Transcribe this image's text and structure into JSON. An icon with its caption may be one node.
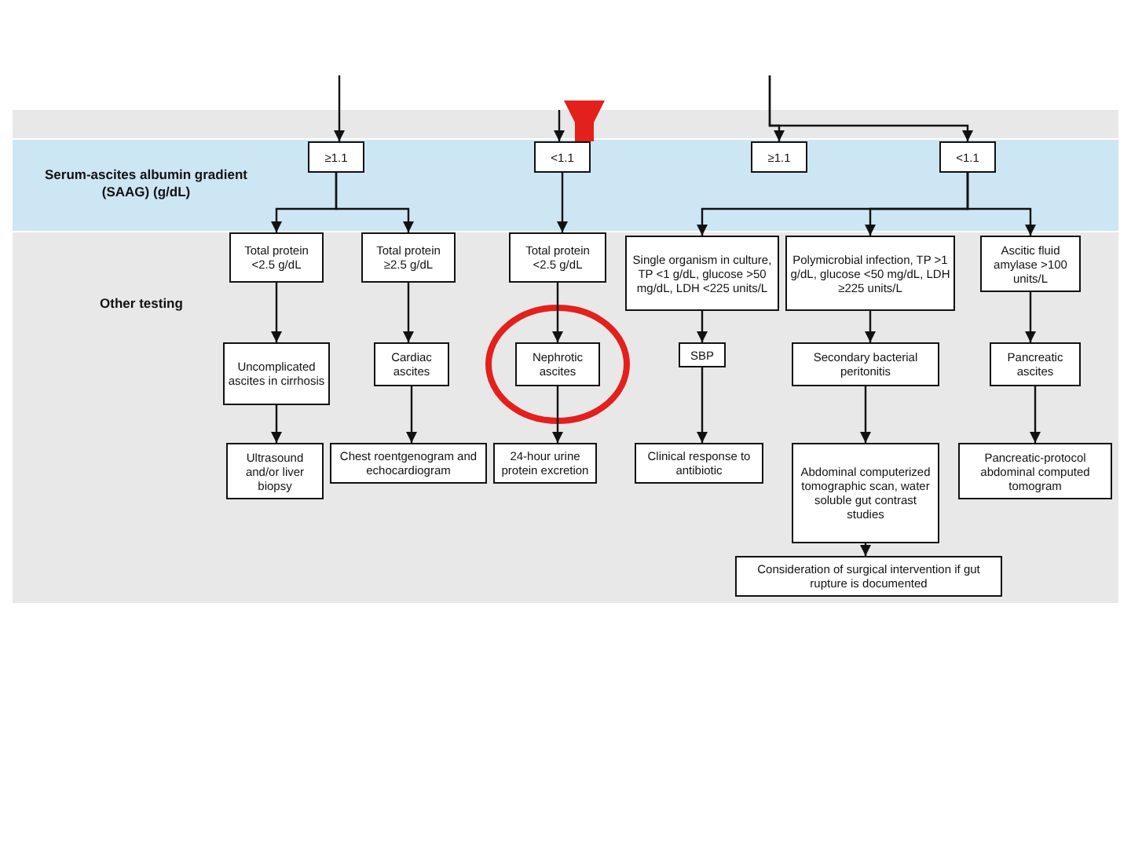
{
  "diagram": {
    "nodes": [
      {
        "text": [
          "≥1.1"
        ]
      },
      {
        "text": [
          "<1.1"
        ]
      },
      {
        "text": [
          "≥1.1"
        ]
      },
      {
        "text": [
          "<1.1"
        ]
      },
      {
        "text": [
          "Total protein <2.5 g/dL"
        ]
      },
      {
        "text": [
          "Total protein ≥2.5 g/dL"
        ]
      },
      {
        "text": [
          "Total protein <2.5 g/dL"
        ]
      },
      {
        "text": [
          "Single organism in culture, TP <1 g/dL, glucose >50 mg/dL, LDH <225 units/L"
        ]
      },
      {
        "text": [
          "Polymicrobial infection, TP >1 g/dL, glucose <50 mg/dL, LDH ≥225 units/L"
        ]
      },
      {
        "text": [
          "Ascitic fluid amylase >100 units/L"
        ]
      },
      {
        "text": [
          "Uncomplicated ascites in cirrhosis"
        ]
      },
      {
        "text": [
          "Cardiac ascites"
        ]
      },
      {
        "text": [
          "Nephrotic ascites"
        ]
      },
      {
        "text": [
          "SBP"
        ]
      },
      {
        "text": [
          "Secondary bacterial peritonitis"
        ]
      },
      {
        "text": [
          "Pancreatic ascites"
        ]
      },
      {
        "text": [
          "Ultrasound and/or liver biopsy"
        ]
      },
      {
        "text": [
          "Chest roentgenogram and echocardiogram"
        ]
      },
      {
        "text": [
          "24-hour urine protein excretion"
        ]
      },
      {
        "text": [
          "Clinical response to antibiotic"
        ]
      },
      {
        "text": [
          "Abdominal computerized tomographic scan, water soluble gut contrast studies"
        ]
      },
      {
        "text": [
          "Pancreatic-protocol abdominal computed tomogram"
        ]
      },
      {
        "text": [
          "Consideration of surgical intervention if gut rupture is documented"
        ]
      }
    ],
    "edges": [
      {
        "from": null,
        "to": 0,
        "arrow": "to"
      },
      {
        "from": null,
        "to": 1,
        "arrow": "to"
      },
      {
        "from": null,
        "to": 1,
        "arrow": "to",
        "style": "thick",
        "color": "#e3201b"
      },
      {
        "from": null,
        "to": 2,
        "arrow": "to"
      },
      {
        "from": null,
        "to": 3,
        "arrow": "to"
      },
      {
        "from": 0,
        "to": 4,
        "arrow": "to"
      },
      {
        "from": 0,
        "to": 5,
        "arrow": "to"
      },
      {
        "from": 1,
        "to": 6,
        "arrow": "to"
      },
      {
        "from": 3,
        "to": 7,
        "arrow": "to"
      },
      {
        "from": 3,
        "to": 8,
        "arrow": "to"
      },
      {
        "from": 3,
        "to": 9,
        "arrow": "to"
      },
      {
        "from": 4,
        "to": 10,
        "arrow": "to"
      },
      {
        "from": 5,
        "to": 11,
        "arrow": "to"
      },
      {
        "from": 6,
        "to": 12,
        "arrow": "to"
      },
      {
        "from": 7,
        "to": 13,
        "arrow": "to"
      },
      {
        "from": 8,
        "to": 14,
        "arrow": "to"
      },
      {
        "from": 9,
        "to": 15,
        "arrow": "to"
      },
      {
        "from": 10,
        "to": 16,
        "arrow": "to"
      },
      {
        "from": 11,
        "to": 17,
        "arrow": "to"
      },
      {
        "from": 12,
        "to": 18,
        "arrow": "to"
      },
      {
        "from": 13,
        "to": 19,
        "arrow": "to"
      },
      {
        "from": 14,
        "to": 20,
        "arrow": "to"
      },
      {
        "from": 15,
        "to": 21,
        "arrow": "to"
      },
      {
        "from": 20,
        "to": 22,
        "arrow": "to"
      }
    ],
    "labels": [
      "Serum-ascites albumin gradient (SAAG) (g/dL)",
      "Other testing"
    ]
  }
}
